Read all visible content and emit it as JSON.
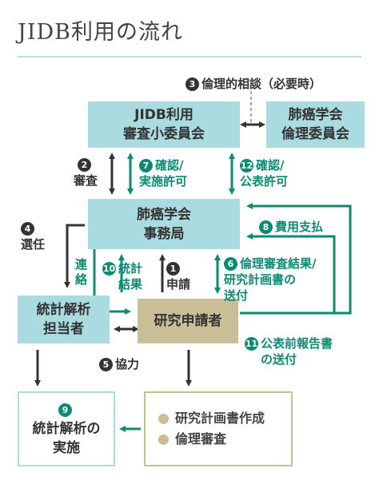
{
  "title": "JIDB利用の流れ",
  "boxes": {
    "subcommittee": [
      "JIDB利用",
      "審査小委員会"
    ],
    "ethics_committee": [
      "肺癌学会",
      "倫理委員会"
    ],
    "secretariat": [
      "肺癌学会",
      "事務局"
    ],
    "stats_person": [
      "統計解析",
      "担当者"
    ],
    "researcher": [
      "研究申請者"
    ],
    "result": {
      "num": "9",
      "lines": [
        "統計解析の",
        "実施"
      ]
    },
    "prep": [
      "研究計画書作成",
      "倫理審査"
    ]
  },
  "steps": {
    "s1": {
      "num": "1",
      "text": "申請"
    },
    "s2": {
      "num": "2",
      "text": "審査"
    },
    "s3": {
      "num": "3",
      "text": "倫理的相談（必要時）"
    },
    "s4": {
      "num": "4",
      "text": "選任"
    },
    "s5": {
      "num": "5",
      "text": "協力"
    },
    "s6": {
      "num": "6",
      "lines": [
        "倫理審査結果/",
        "研究計画書の",
        "送付"
      ]
    },
    "s7": {
      "num": "7",
      "lines": [
        "確認/",
        "実施許可"
      ]
    },
    "s8": {
      "num": "8",
      "text": "費用支払"
    },
    "s10": {
      "num": "10",
      "lines": [
        "統計",
        "結果"
      ]
    },
    "s11": {
      "num": "11",
      "lines": [
        "公表前報告書",
        "の送付"
      ]
    },
    "s12": {
      "num": "12",
      "lines": [
        "確認/",
        "公表許可"
      ]
    },
    "renraku": [
      "連",
      "絡"
    ]
  },
  "colors": {
    "teal_box": "#a9dbe0",
    "khaki_box": "#c9be97",
    "green_text": "#0c8a72",
    "dark_text": "#333333"
  }
}
